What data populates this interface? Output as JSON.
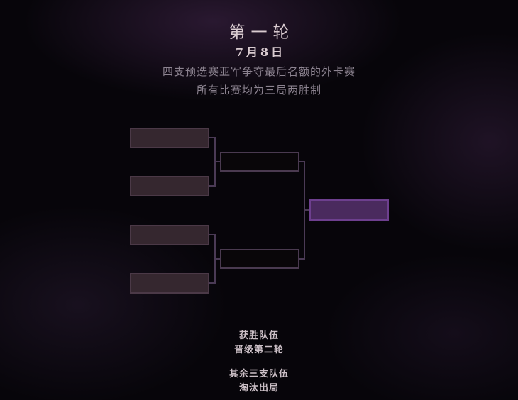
{
  "header": {
    "round_title": "第一轮",
    "date": "7月8日",
    "description_line1": "四支预选赛亚军争夺最后名额的外卡赛",
    "description_line2": "所有比赛均为三局两胜制"
  },
  "bracket": {
    "rounds": [
      {
        "slots": [
          "",
          "",
          "",
          ""
        ]
      },
      {
        "slots": [
          "",
          ""
        ]
      },
      {
        "slots": [
          ""
        ]
      }
    ],
    "colors": {
      "round1_fill": "#35272f",
      "round2_fill": "#090609",
      "final_fill": "#4a2a5e",
      "final_border": "#6d3f8e",
      "connector": "#4a3a55"
    }
  },
  "footer": {
    "winner_line1": "获胜队伍",
    "winner_line2": "晋级第二轮",
    "others_line1": "其余三支队伍",
    "others_line2": "淘汰出局"
  }
}
